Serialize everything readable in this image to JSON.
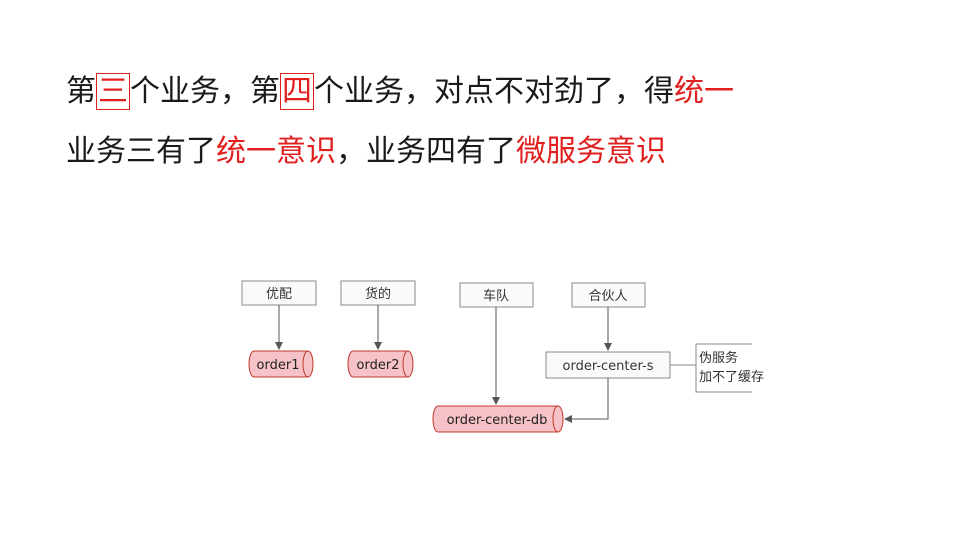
{
  "heading": {
    "line1": [
      {
        "text": "第",
        "style": "normal"
      },
      {
        "text": "三",
        "style": "red-box"
      },
      {
        "text": "个业务，第",
        "style": "normal"
      },
      {
        "text": "四",
        "style": "red-box"
      },
      {
        "text": "个业务，对点不对劲了，得",
        "style": "normal"
      },
      {
        "text": "统一",
        "style": "red"
      }
    ],
    "line2": [
      {
        "text": "业务三有了",
        "style": "normal"
      },
      {
        "text": "统一意识",
        "style": "red"
      },
      {
        "text": "，业务四有了",
        "style": "normal"
      },
      {
        "text": "微服务意识",
        "style": "red"
      }
    ]
  },
  "diagram": {
    "services": {
      "youpei": "优配",
      "huodi": "货的",
      "chedui": "车队",
      "hehuoren": "合伙人",
      "order_center_s": "order-center-s"
    },
    "databases": {
      "order1": "order1",
      "order2": "order2",
      "order_center_db": "order-center-db"
    },
    "note": {
      "line1": "伪服务",
      "line2": "加不了缓存"
    }
  },
  "colors": {
    "accent_red": "#e0201f",
    "db_fill": "#f6c2c8",
    "db_stroke": "#c0392b",
    "box_fill": "#fafafa",
    "box_stroke": "#8a8a8a"
  }
}
